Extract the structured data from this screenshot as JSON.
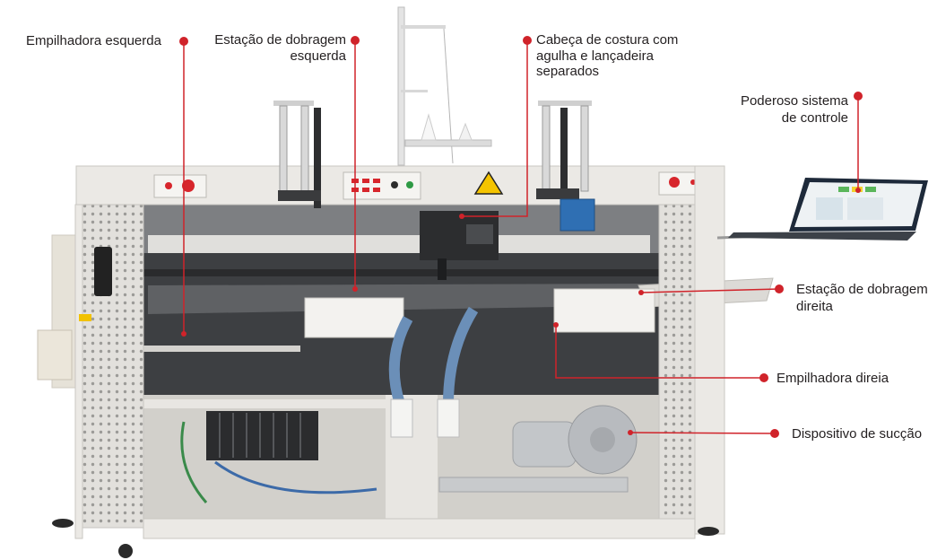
{
  "labels": {
    "left_stacker": "Empilhadora esquerda",
    "left_folding_station": [
      "Estação de dobragem",
      "esquerda"
    ],
    "sewing_head": [
      "Cabeça de costura com",
      "agulha e lançadeira",
      "separados"
    ],
    "control_system": [
      "Poderoso sistema",
      "de controle"
    ],
    "right_folding_station": [
      "Estação de dobragem",
      "direita"
    ],
    "right_stacker": "Empilhadora direia",
    "suction_device": "Dispositivo de sucção"
  },
  "colors": {
    "callout": "#d0232a",
    "text": "#231f20",
    "frame": "#ebe9e5",
    "servo_blue": "#2f6fb3",
    "hose_blue": "#6b8fb8"
  }
}
